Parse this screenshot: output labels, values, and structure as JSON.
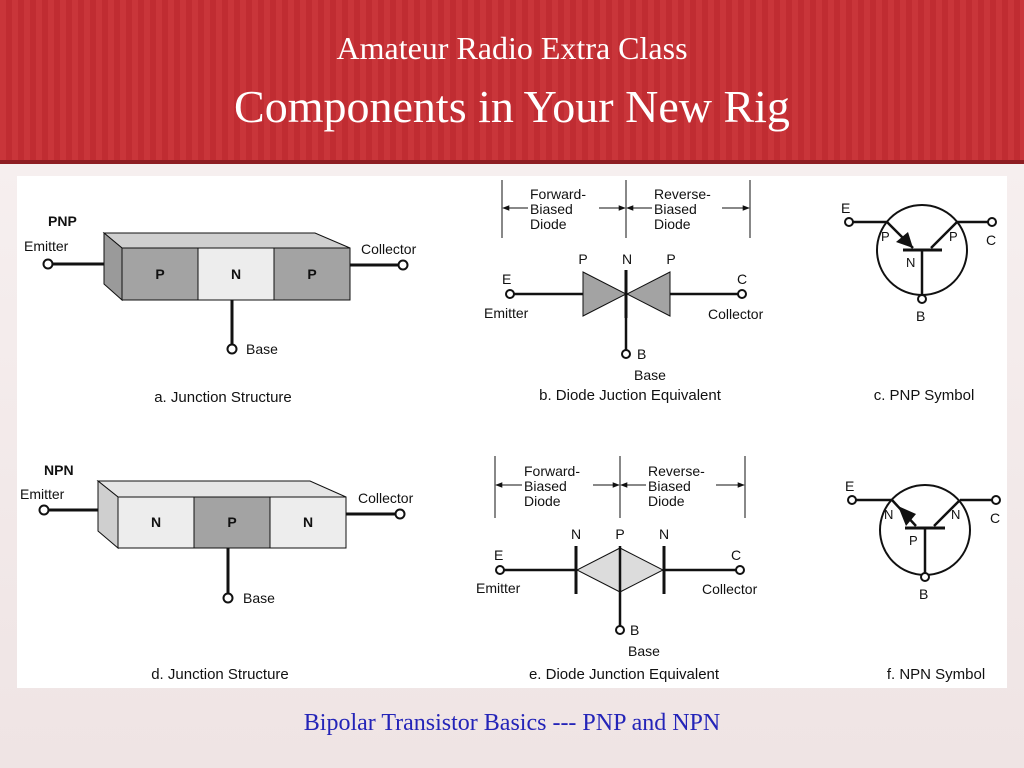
{
  "header": {
    "line1": "Amateur Radio Extra Class",
    "line2": "Components in Your New Rig"
  },
  "caption": "Bipolar Transistor Basics --- PNP and NPN",
  "pnp_structure": {
    "type_label": "PNP",
    "emitter": "Emitter",
    "collector": "Collector",
    "base": "Base",
    "regions": [
      "P",
      "N",
      "P"
    ],
    "caption": "a. Junction Structure"
  },
  "pnp_diode": {
    "forward": [
      "Forward-",
      "Biased",
      "Diode"
    ],
    "reverse": [
      "Reverse-",
      "Biased",
      "Diode"
    ],
    "regions": [
      "P",
      "N",
      "P"
    ],
    "e": "E",
    "c": "C",
    "b": "B",
    "emitter": "Emitter",
    "collector": "Collector",
    "base": "Base",
    "caption": "b. Diode Juction Equivalent"
  },
  "pnp_symbol": {
    "e": "E",
    "c": "C",
    "b": "B",
    "regions": [
      "P",
      "P",
      "N"
    ],
    "caption": "c. PNP Symbol"
  },
  "npn_structure": {
    "type_label": "NPN",
    "emitter": "Emitter",
    "collector": "Collector",
    "base": "Base",
    "regions": [
      "N",
      "P",
      "N"
    ],
    "caption": "d. Junction Structure"
  },
  "npn_diode": {
    "forward": [
      "Forward-",
      "Biased",
      "Diode"
    ],
    "reverse": [
      "Reverse-",
      "Biased",
      "Diode"
    ],
    "regions": [
      "N",
      "P",
      "N"
    ],
    "e": "E",
    "c": "C",
    "b": "B",
    "emitter": "Emitter",
    "collector": "Collector",
    "base": "Base",
    "caption": "e. Diode Junction Equivalent"
  },
  "npn_symbol": {
    "e": "E",
    "c": "C",
    "b": "B",
    "regions": [
      "N",
      "N",
      "P"
    ],
    "caption": "f. NPN Symbol"
  },
  "colors": {
    "header_red": "#c9353a",
    "caption_blue": "#2424b8",
    "region_dark": "#a3a3a3",
    "region_light": "#ededed"
  }
}
